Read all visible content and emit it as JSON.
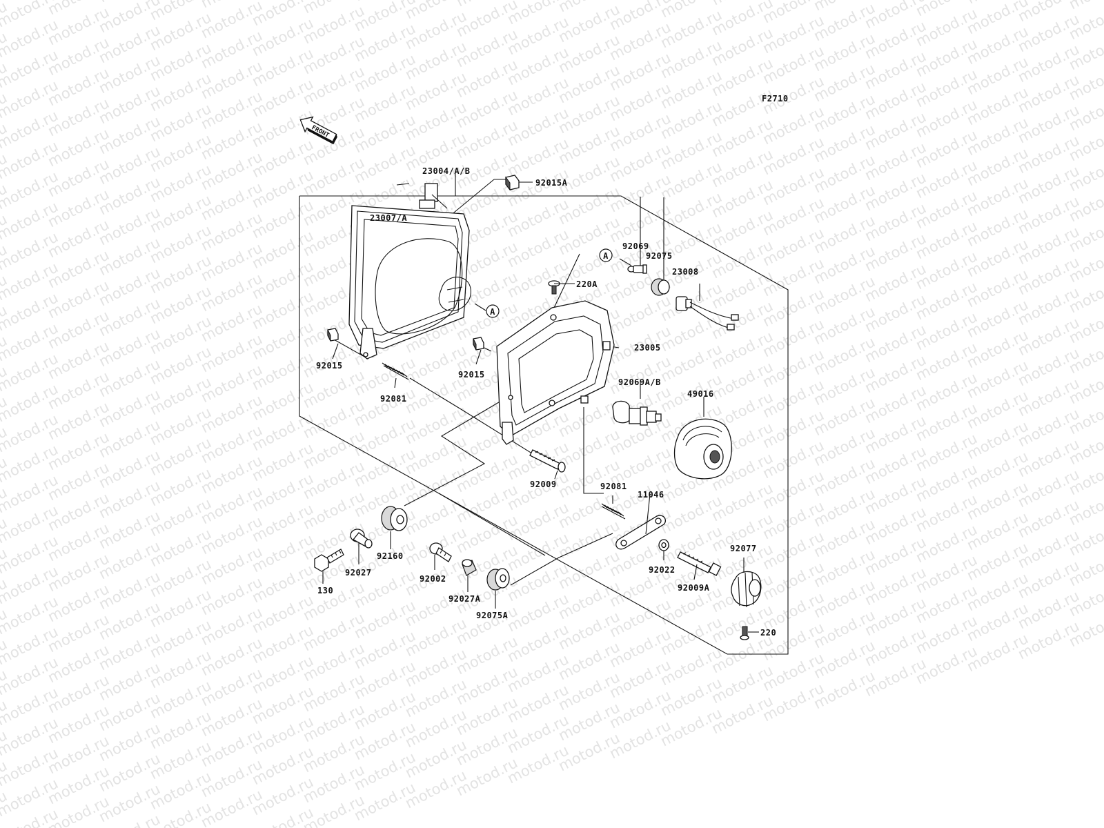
{
  "figure_code": "F2710",
  "front_label": "FRONT",
  "watermark_text": "motod.ru",
  "callouts": {
    "a1": "A",
    "a2": "A"
  },
  "parts": {
    "p23004": "23004/A/B",
    "p23007": "23007/A",
    "p92015A": "92015A",
    "p92069": "92069",
    "p92075": "92075",
    "p23008": "23008",
    "p220A": "220A",
    "p23005": "23005",
    "p92015_left": "92015",
    "p92015_mid": "92015",
    "p92081_top": "92081",
    "p92069AB": "92069A/B",
    "p49016": "49016",
    "p92009": "92009",
    "p92081_bot": "92081",
    "p11046": "11046",
    "p92077": "92077",
    "p92160": "92160",
    "p92027": "92027",
    "p130": "130",
    "p92002": "92002",
    "p92027A": "92027A",
    "p92075A": "92075A",
    "p92022": "92022",
    "p92009A": "92009A",
    "p220": "220"
  }
}
